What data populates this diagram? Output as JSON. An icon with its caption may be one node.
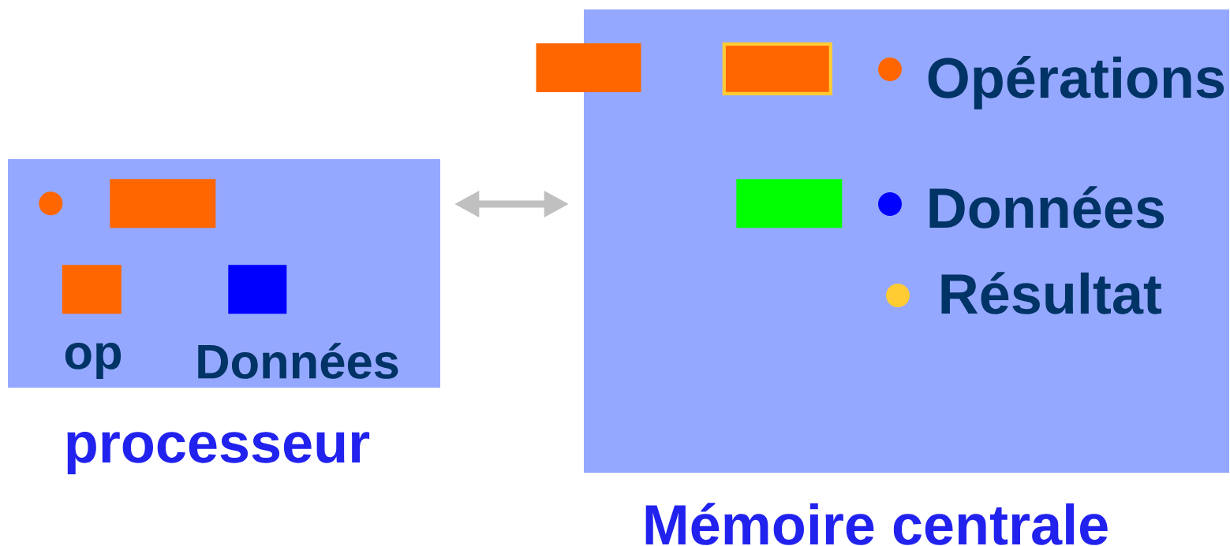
{
  "diagram": {
    "nodes": [
      {
        "text": [
          "processeur"
        ]
      },
      {
        "text": [],
        "shape": "circle",
        "in": 0
      },
      {
        "text": [],
        "shape": "box",
        "in": 0
      },
      {
        "text": [],
        "shape": "box",
        "in": 0,
        "beside": [
          "op"
        ]
      },
      {
        "text": [],
        "shape": "box",
        "in": 0,
        "beside": [
          "Données"
        ]
      },
      {
        "text": [
          "Mémoire centrale"
        ]
      },
      {
        "text": [],
        "shape": "box"
      },
      {
        "text": [],
        "shape": "box",
        "in": 5
      },
      {
        "text": [],
        "shape": "box",
        "in": 5
      }
    ],
    "edges": [
      {
        "from": 0,
        "to": 5,
        "arrow": "both",
        "color": "#c0c0c0"
      }
    ],
    "legend": [
      {
        "text": "Opérations",
        "color": "#ff6600"
      },
      {
        "text": "Données",
        "color": "#0000ff"
      },
      {
        "text": "Résultat",
        "color": "#ffcc33"
      }
    ]
  }
}
